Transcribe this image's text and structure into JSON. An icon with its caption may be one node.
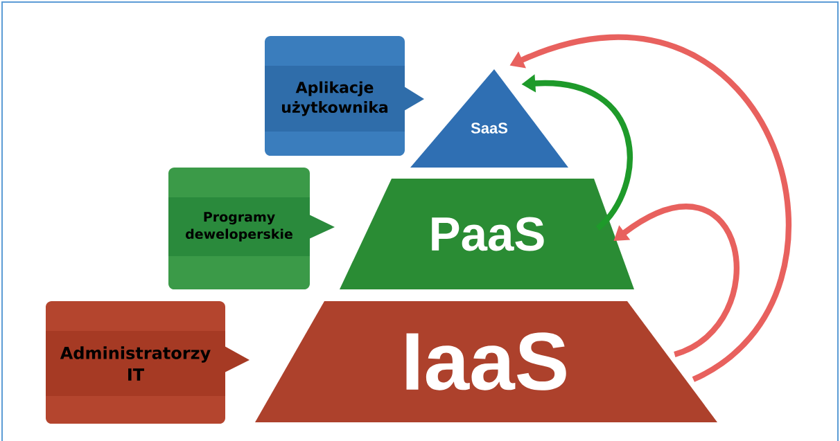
{
  "diagram": {
    "nodes": [
      {
        "text": [
          "Aplikacje użytkownika"
        ]
      },
      {
        "text": [
          "SaaS"
        ]
      },
      {
        "text": [
          "Programy deweloperskie"
        ]
      },
      {
        "text": [
          "PaaS"
        ]
      },
      {
        "text": [
          "Administratorzy IT"
        ]
      },
      {
        "text": [
          "IaaS"
        ]
      }
    ],
    "edges": [
      {
        "from": 3,
        "to": 1,
        "arrow": "to",
        "color": "#1e9a2a"
      },
      {
        "from": 5,
        "to": 1,
        "arrow": "to"
      },
      {
        "from": 5,
        "to": 3,
        "arrow": "to"
      }
    ]
  }
}
